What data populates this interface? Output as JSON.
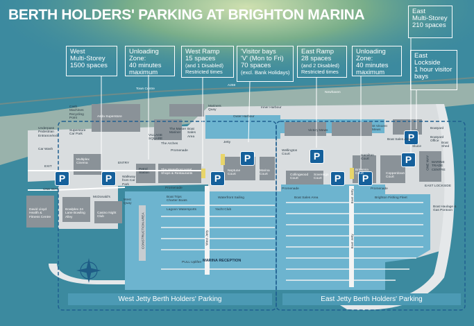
{
  "title": "BERTH HOLDERS' PARKING AT BRIGHTON MARINA",
  "callouts": {
    "west_ms": [
      "West",
      "Multi-Storey",
      "1500 spaces"
    ],
    "unload_w": [
      "Unloading",
      "Zone:",
      "40 minutes",
      "maximum"
    ],
    "west_ramp": [
      "West Ramp",
      "15 spaces",
      "(and 1 Disabled)",
      "Restricted times"
    ],
    "visitor": [
      "'Visitor bays",
      "'V' (Mon to Fri)",
      "70 spaces",
      "(excl. Bank Holidays)"
    ],
    "east_ramp": [
      "East Ramp",
      "28 spaces",
      "(and 2 Disabled)",
      "Restricted times"
    ],
    "unload_e": [
      "Unloading",
      "Zone:",
      "40 minutes",
      "maximum"
    ],
    "east_ms": [
      "East",
      "Multi-Storey",
      "210 spaces"
    ],
    "east_lock": [
      "East",
      "Lockside",
      "1 hour visitor",
      "bays"
    ]
  },
  "parking_symbol": "P",
  "banners": {
    "west": "West Jetty Berth Holders' Parking",
    "east": "East Jetty Berth Holders' Parking"
  },
  "road_labels": {
    "a259": "A259",
    "town_centre": "Town Centre",
    "newhaven": "Newhaven",
    "entry": "ENTRY",
    "exit": "EXIT",
    "one_way": "ONE WAY",
    "one_way_v": "ONE WAY"
  },
  "marina_reception": "MARINA RECEPTION",
  "places": {
    "car_wash": "Car Wash",
    "cash_machines": "Cash Machines Recycling Point",
    "underpass": "Underpass Pedestrian Entrance/exit",
    "superstore_car_park": "Superstore Car Park",
    "asda": "Asda Superstore",
    "village_square": "VILLAGE SQUARE",
    "the_master_mariner": "The Master Mariner",
    "the_arches": "The Arches",
    "promenade_w": "Promenade",
    "boat_sales_area_w": "Boat Sales Area",
    "mariners_quay": "Mariners Quay",
    "inner_harbour": "Inner Harbour",
    "outer_harbour": "Outer Harbour",
    "jetty_nw": "Jetty",
    "neptune_court": "Neptune Court",
    "marina_court": "Marina Court",
    "multiplex": "Multiplex Cinema",
    "walkway": "Walkway from Car Park",
    "petrol": "Petrol Station",
    "waterfront": "The Waterfront Hotel, Shops & Restaurants",
    "promenade_center": "Promenade",
    "gym": "David Lloyd Health & Fitness Centre",
    "bowlplex": "Bowlplex 24 Lane Bowling Alley",
    "mcdonalds": "McDonald's",
    "casino": "Casino Night Club",
    "west_quay": "West Quay",
    "boat_trips": "Boat Trips Charter Boats",
    "waterfront_sailing": "Waterfront Sailing",
    "lagoon_watersports": "Lagoon Watersports",
    "yacht_club": "Yacht Club",
    "construction": "CONSTRUCTION AREA",
    "west_jetty": "West Jetty",
    "pull_uplifter": "PULL Uplifter",
    "victory_mews": "Victory Mews",
    "st_vincent_mews": "St Vincent Mews",
    "wellington_court": "Wellington Court",
    "collingwood_court": "Collingwood Court",
    "sovereign_court": "Sovereign Court",
    "hamilton_court": "Hamilton Court",
    "britannia_court": "Britannia Court",
    "copperdown_court": "Copperdown Court",
    "boat_sales_area_e": "Boat Sales Area",
    "promenade_e1": "Promenade",
    "promenade_e2": "Promenade",
    "boat_sales_area_e2": "Boat Sales Area",
    "brighton_fishing_fleet": "Brighton Fishing Fleet",
    "east_jetty_top": "East Jetty",
    "east_jetty": "East Jetty",
    "boatyard": "Boatyard",
    "boatyard_office": "Boatyard Office",
    "boat_shed": "Boat Shed",
    "sluice": "Sluice",
    "marine_trade_centre": "MARINE TRADE CENTRE",
    "east_lockside": "EAST LOCKSIDE",
    "boat_haulage": "Boat Haulage & Gas Pontoon"
  },
  "colors": {
    "water": "#3c8a9f",
    "marina_water": "#6db4cf",
    "land": "#d9dddf",
    "building": "#8a9298",
    "parking_blue": "#15609b"
  }
}
